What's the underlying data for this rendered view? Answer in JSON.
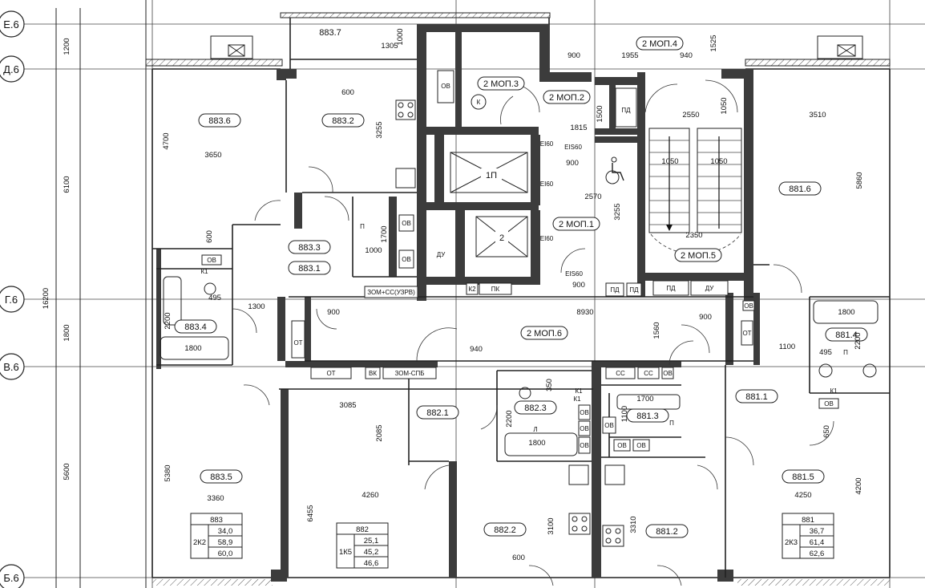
{
  "axes": [
    {
      "label": "Е.6"
    },
    {
      "label": "Д.6"
    },
    {
      "label": "Г.6"
    },
    {
      "label": "В.6"
    },
    {
      "label": "Б.6"
    }
  ],
  "left_dims": [
    "1200",
    "6100",
    "1800",
    "5600",
    "16200"
  ],
  "rooms": [
    {
      "id": "883.7"
    },
    {
      "id": "883.6"
    },
    {
      "id": "883.2"
    },
    {
      "id": "883.3"
    },
    {
      "id": "883.1"
    },
    {
      "id": "883.4"
    },
    {
      "id": "883.5"
    },
    {
      "id": "882.1"
    },
    {
      "id": "882.3"
    },
    {
      "id": "882.2"
    },
    {
      "id": "881.3"
    },
    {
      "id": "881.1"
    },
    {
      "id": "881.2"
    },
    {
      "id": "881.5"
    },
    {
      "id": "881.4"
    },
    {
      "id": "881.6"
    }
  ],
  "mop": [
    {
      "id": "2 МОП.3"
    },
    {
      "id": "2 МОП.2"
    },
    {
      "id": "2 МОП.4"
    },
    {
      "id": "2 МОП.1"
    },
    {
      "id": "2 МОП.5"
    },
    {
      "id": "2 МОП.6"
    }
  ],
  "lifts": [
    {
      "label": "1П"
    },
    {
      "label": "2"
    }
  ],
  "dims": [
    "1305",
    "1000",
    "900",
    "1955",
    "940",
    "1525",
    "600",
    "4700",
    "3650",
    "3255",
    "1500",
    "1815",
    "2550",
    "1050",
    "3510",
    "900",
    "2570",
    "1050",
    "1050",
    "5860",
    "3255",
    "600",
    "1700",
    "1000",
    "2350",
    "495",
    "1300",
    "900",
    "900",
    "8930",
    "900",
    "1560",
    "2200",
    "1800",
    "940",
    "1100",
    "495",
    "1800",
    "2200",
    "3085",
    "350",
    "1700",
    "1100",
    "2085",
    "2200",
    "1800",
    "650",
    "5380",
    "3360",
    "4260",
    "4250",
    "4200",
    "6455",
    "3100",
    "3310",
    "600"
  ],
  "tags": [
    "ОВ",
    "К",
    "ПД",
    "EIS60",
    "EI60",
    "EI60",
    "EI60",
    "EIS60",
    "ДУ",
    "П",
    "ОВ",
    "ОВ",
    "ОВ",
    "К1",
    "К2",
    "ПК",
    "ЗОМ+СС(УЗРВ)",
    "ПД",
    "ПД",
    "ПД",
    "ДУ",
    "ОВ",
    "ОТ",
    "ОТ",
    "ОТ",
    "ВК",
    "ЗОМ-СПБ",
    "СС",
    "СС",
    "ОВ",
    "К1",
    "ОВ",
    "ОВ",
    "ОВ",
    "ОВ",
    "ОВ",
    "Л",
    "П",
    "К1",
    "ОВ",
    "ОВ",
    "П",
    "К1"
  ],
  "summaries": [
    {
      "apt": "883",
      "type": "2К2",
      "v1": "34,0",
      "v2": "58,9",
      "v3": "60,0"
    },
    {
      "apt": "882",
      "type": "1К5",
      "v1": "25,1",
      "v2": "45,2",
      "v3": "46,6"
    },
    {
      "apt": "881",
      "type": "2К3",
      "v1": "36,7",
      "v2": "61,4",
      "v3": "62,6"
    }
  ]
}
